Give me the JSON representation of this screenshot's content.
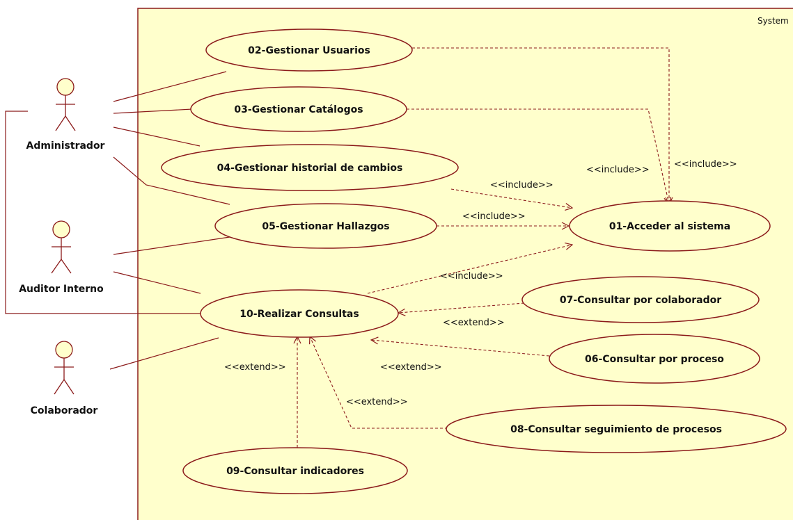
{
  "system": {
    "label": "System"
  },
  "actors": {
    "administrador": "Administrador",
    "auditor": "Auditor Interno",
    "colaborador": "Colaborador"
  },
  "use_cases": {
    "uc01": "01-Acceder al sistema",
    "uc02": "02-Gestionar Usuarios",
    "uc03": "03-Gestionar Catálogos",
    "uc04": "04-Gestionar historial de cambios",
    "uc05": "05-Gestionar Hallazgos",
    "uc06": "06-Consultar por proceso",
    "uc07": "07-Consultar por colaborador",
    "uc08": "08-Consultar seguimiento de procesos",
    "uc09": "09-Consultar indicadores",
    "uc10": "10-Realizar Consultas"
  },
  "relations": {
    "include": "<<include>>",
    "extend": "<<extend>>"
  },
  "colors": {
    "system_fill": "#ffffcc",
    "line": "#8b1a1a"
  }
}
